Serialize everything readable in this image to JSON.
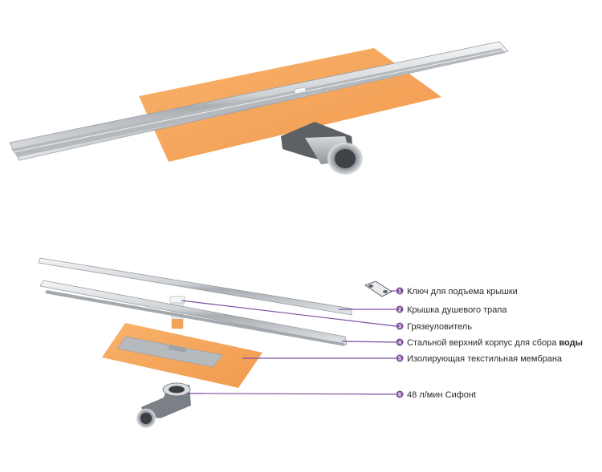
{
  "colors": {
    "accent": "#7e4f9e",
    "membrane": "#f6a75b",
    "steel": "#c7c9cc"
  },
  "callouts": [
    {
      "number": "1",
      "text": "Ключ для подъема крышки",
      "bold": ""
    },
    {
      "number": "2",
      "text": "Крышка душевого трапа",
      "bold": ""
    },
    {
      "number": "3",
      "text": "Грязеуловитель",
      "bold": ""
    },
    {
      "number": "4",
      "text": "Стальной верхний корпус для сбора ",
      "bold": "воды"
    },
    {
      "number": "5",
      "text": "Изолирующая текстильная мембрана",
      "bold": ""
    },
    {
      "number": "6",
      "text": "48 л/мин Сифонt",
      "bold": ""
    }
  ]
}
